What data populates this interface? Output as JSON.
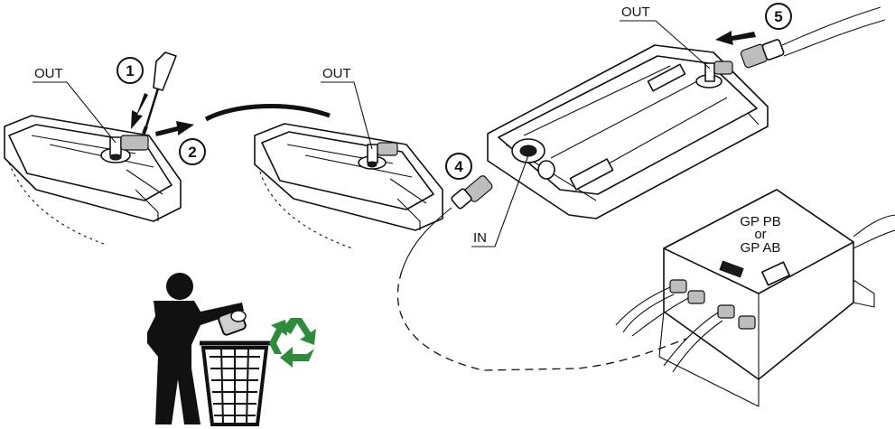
{
  "labels": {
    "out_1": "OUT",
    "out_2": "OUT",
    "out_3": "OUT",
    "in": "IN",
    "box_line1": "GP PB",
    "box_line2": "or",
    "box_line3": "GP AB"
  },
  "steps": [
    "1",
    "2",
    "4",
    "5"
  ],
  "colors": {
    "ink": "#111111",
    "recycle": "#2e8b3c"
  }
}
